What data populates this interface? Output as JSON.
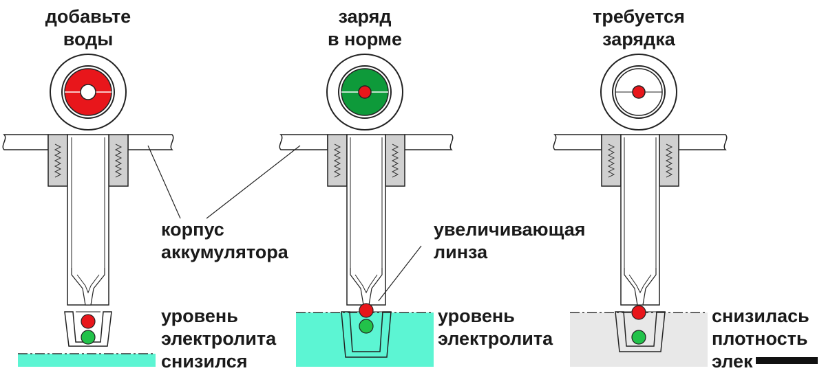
{
  "panels": [
    {
      "title_line1": "добавьте",
      "title_line2": "воды",
      "indicator_color": "#e8161b",
      "level_lines": [
        "уровень",
        "электролита",
        "снизился"
      ]
    },
    {
      "title_line1": "заряд",
      "title_line2": "в норме",
      "indicator_color": "#0e9a3a",
      "level_lines": [
        "уровень",
        "электролита"
      ]
    },
    {
      "title_line1": "требуется",
      "title_line2": "зарядка",
      "indicator_color": "#ffffff",
      "level_lines": [
        "снизилась",
        "плотность",
        "элек"
      ]
    }
  ],
  "labels": {
    "housing_line1": "корпус",
    "housing_line2": "аккумулятора",
    "lens_line1": "увеличивающая",
    "lens_line2": "линза"
  },
  "colors": {
    "electrolyte_ok": "#5cf5d3",
    "electrolyte_low_density": "#e8e8e8",
    "ball_red": "#e8161b",
    "ball_green": "#22c24a",
    "body_gray": "#d0d0d0"
  }
}
